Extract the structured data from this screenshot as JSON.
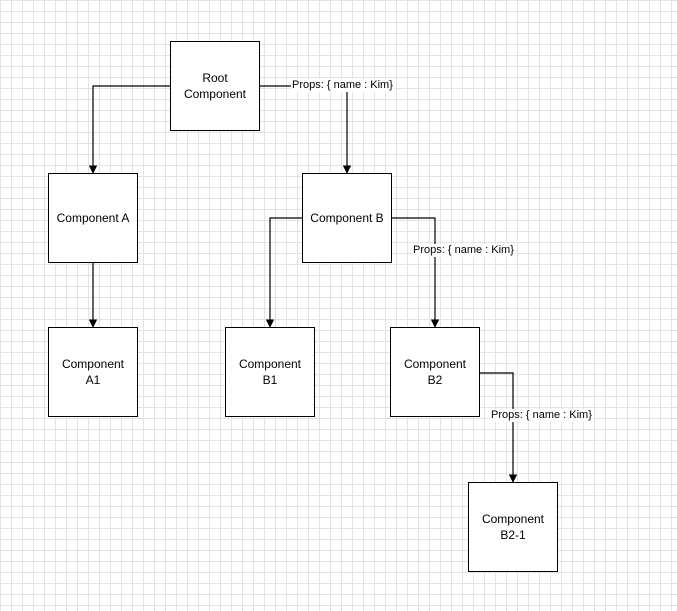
{
  "nodes": {
    "root": {
      "label_line1": "Root",
      "label_line2": "Component"
    },
    "a": {
      "label": "Component A"
    },
    "a1": {
      "label_line1": "Component",
      "label_line2": "A1"
    },
    "b": {
      "label": "Component B"
    },
    "b1": {
      "label_line1": "Component",
      "label_line2": "B1"
    },
    "b2": {
      "label_line1": "Component",
      "label_line2": "B2"
    },
    "b21": {
      "label_line1": "Component",
      "label_line2": "B2-1"
    }
  },
  "edges": {
    "root_to_b": {
      "label": "Props: { name : Kim}"
    },
    "b_to_b2": {
      "label": "Props: { name : Kim}"
    },
    "b2_to_b21": {
      "label": "Props: { name : Kim}"
    }
  },
  "colors": {
    "stroke": "#000000",
    "grid": "#e3e3e3",
    "background": "#ffffff"
  }
}
